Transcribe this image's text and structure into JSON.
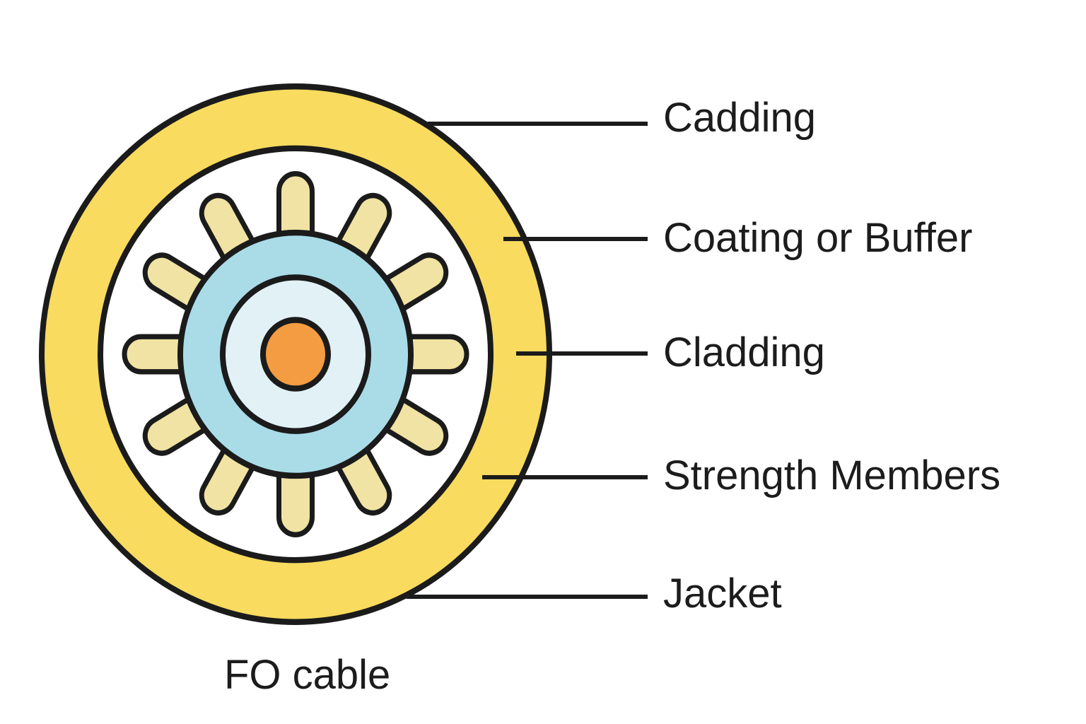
{
  "caption": "FO cable",
  "labels": [
    {
      "text": "Cadding"
    },
    {
      "text": "Coating or Buffer"
    },
    {
      "text": "Cladding"
    },
    {
      "text": "Strength Members"
    },
    {
      "text": "Jacket"
    }
  ],
  "colors": {
    "jacket": "#F8DB5F",
    "ring_inner": "#FFFFFF",
    "strength_member": "#F0E3A3",
    "coating_buffer": "#AADCE8",
    "cladding": "#E1F1F6",
    "core": "#F49C42",
    "line": "#1B1B1B"
  }
}
